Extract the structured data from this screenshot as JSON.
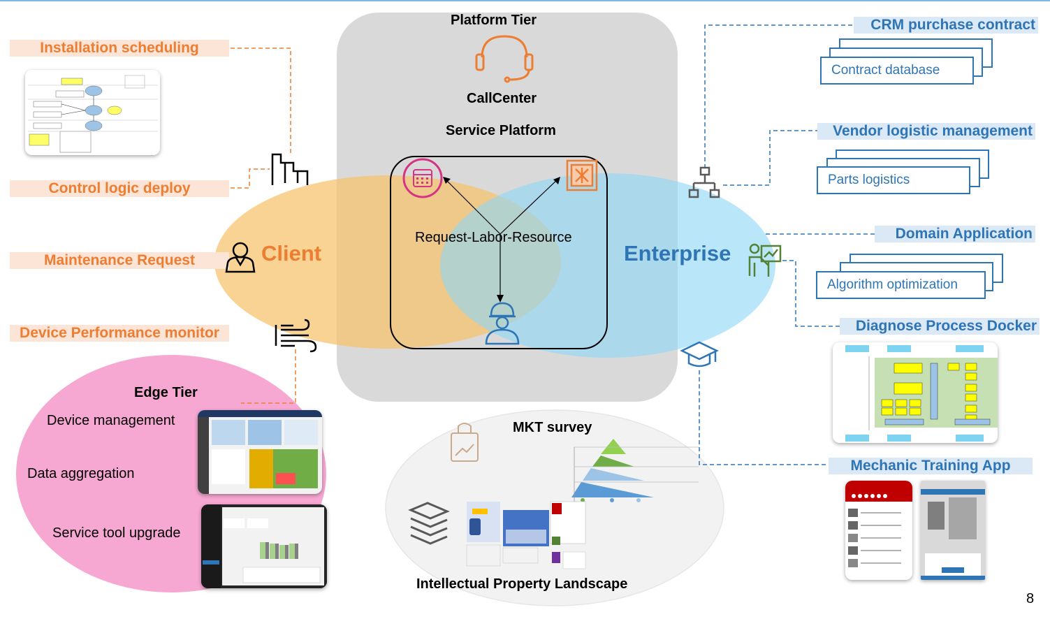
{
  "page_number": "8",
  "colors": {
    "client_ellipse": "#f5c26b",
    "enterprise_ellipse": "#8fd6f5",
    "platform_bg": "#d9d9d9",
    "edge_ellipse": "#f7a8d2",
    "orange_text": "#ed7d31",
    "blue_text": "#2e75b6"
  },
  "platform": {
    "tier_title": "Platform Tier",
    "callcenter": "CallCenter",
    "service_platform": "Service Platform",
    "rlr": "Request-Labor-Resource"
  },
  "client": {
    "title": "Client",
    "labels": [
      "Installation scheduling",
      "Control logic deploy",
      "Maintenance  Request",
      "Device Performance monitor"
    ]
  },
  "enterprise": {
    "title": "Enterprise",
    "sections": [
      {
        "title": "CRM purchase contract",
        "box": "Contract database"
      },
      {
        "title": "Vendor logistic management",
        "box": "Parts logistics"
      },
      {
        "title": "Domain Application",
        "box": "Algorithm optimization"
      },
      {
        "title": "Diagnose Process Docker",
        "box": ""
      },
      {
        "title": "Mechanic Training App",
        "box": ""
      }
    ]
  },
  "edge": {
    "title": "Edge Tier",
    "items": [
      "Device management",
      "Data aggregation",
      "Service tool upgrade"
    ]
  },
  "market": {
    "survey": "MKT  survey",
    "ip": "Intellectual Property Landscape"
  },
  "icons": [
    "headset-icon",
    "calendar-icon",
    "box-icon",
    "worker-icon",
    "org-chart-icon",
    "presenter-icon",
    "graduation-cap-icon",
    "person-icon",
    "wind-icon",
    "factory-icon",
    "shopping-bag-icon",
    "books-icon"
  ]
}
